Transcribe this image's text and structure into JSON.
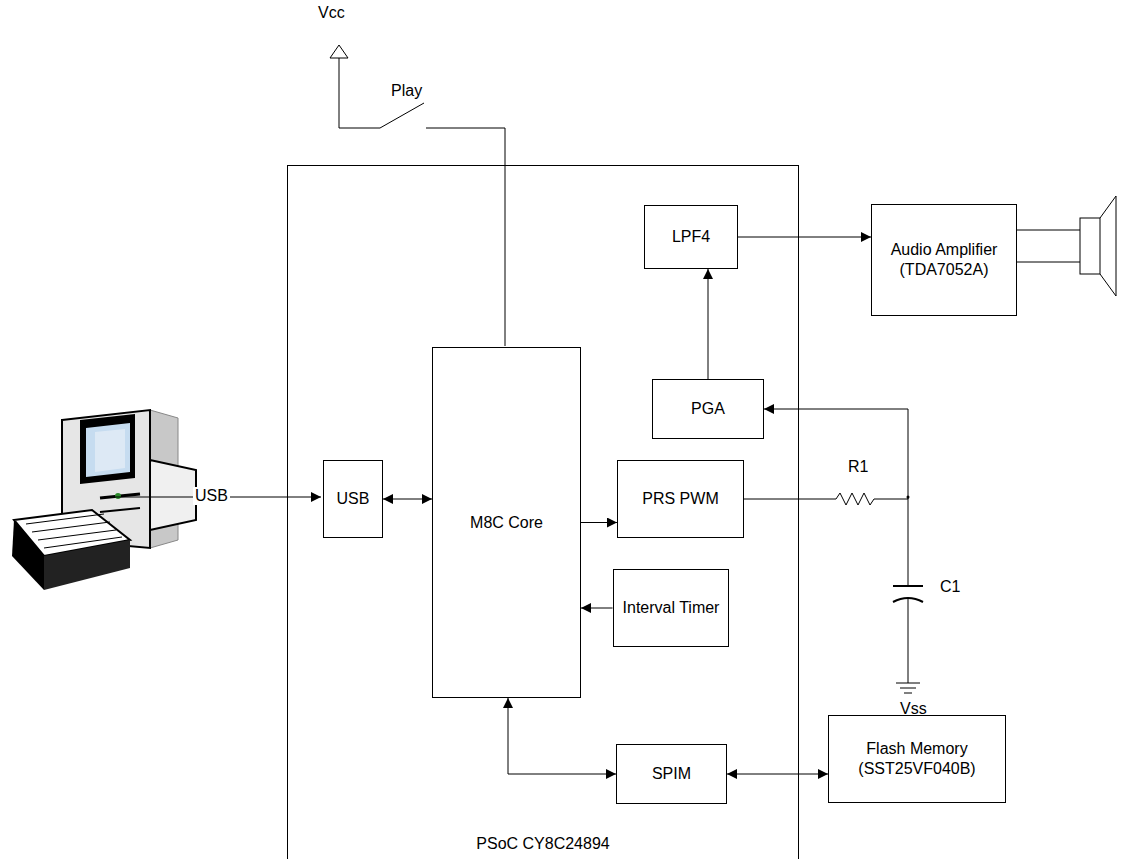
{
  "diagram": {
    "nodes": [
      {
        "text": [
          "PSoC CY8C24894"
        ]
      },
      {
        "text": [
          "LPF4"
        ],
        "in": 0
      },
      {
        "text": [
          "Audio Amplifier (TDA7052A)"
        ]
      },
      {
        "text": [
          "PGA"
        ],
        "in": 0
      },
      {
        "text": [
          "USB"
        ],
        "in": 0
      },
      {
        "text": [
          "M8C Core"
        ],
        "in": 0
      },
      {
        "text": [
          "PRS PWM"
        ],
        "in": 0
      },
      {
        "text": [
          "Interval Timer"
        ],
        "in": 0
      },
      {
        "text": [
          "SPIM"
        ],
        "in": 0
      },
      {
        "text": [
          "Flash Memory (SST25VF040B)"
        ]
      }
    ],
    "edges": [
      {
        "from": 4,
        "to": 5,
        "arrow": "both"
      },
      {
        "from": 5,
        "to": 6,
        "arrow": "to"
      },
      {
        "from": 7,
        "to": 5,
        "arrow": "to"
      },
      {
        "from": 5,
        "to": 8,
        "arrow": "both"
      },
      {
        "from": 8,
        "to": 9,
        "arrow": "both"
      },
      {
        "from": 3,
        "to": 1,
        "arrow": "to"
      },
      {
        "from": 1,
        "to": 2,
        "arrow": "to"
      },
      {
        "from": 6,
        "to": 3,
        "arrow": "to"
      }
    ],
    "labels": [
      "Vcc",
      "Play",
      "R1",
      "C1",
      "Vss",
      "USB"
    ]
  }
}
